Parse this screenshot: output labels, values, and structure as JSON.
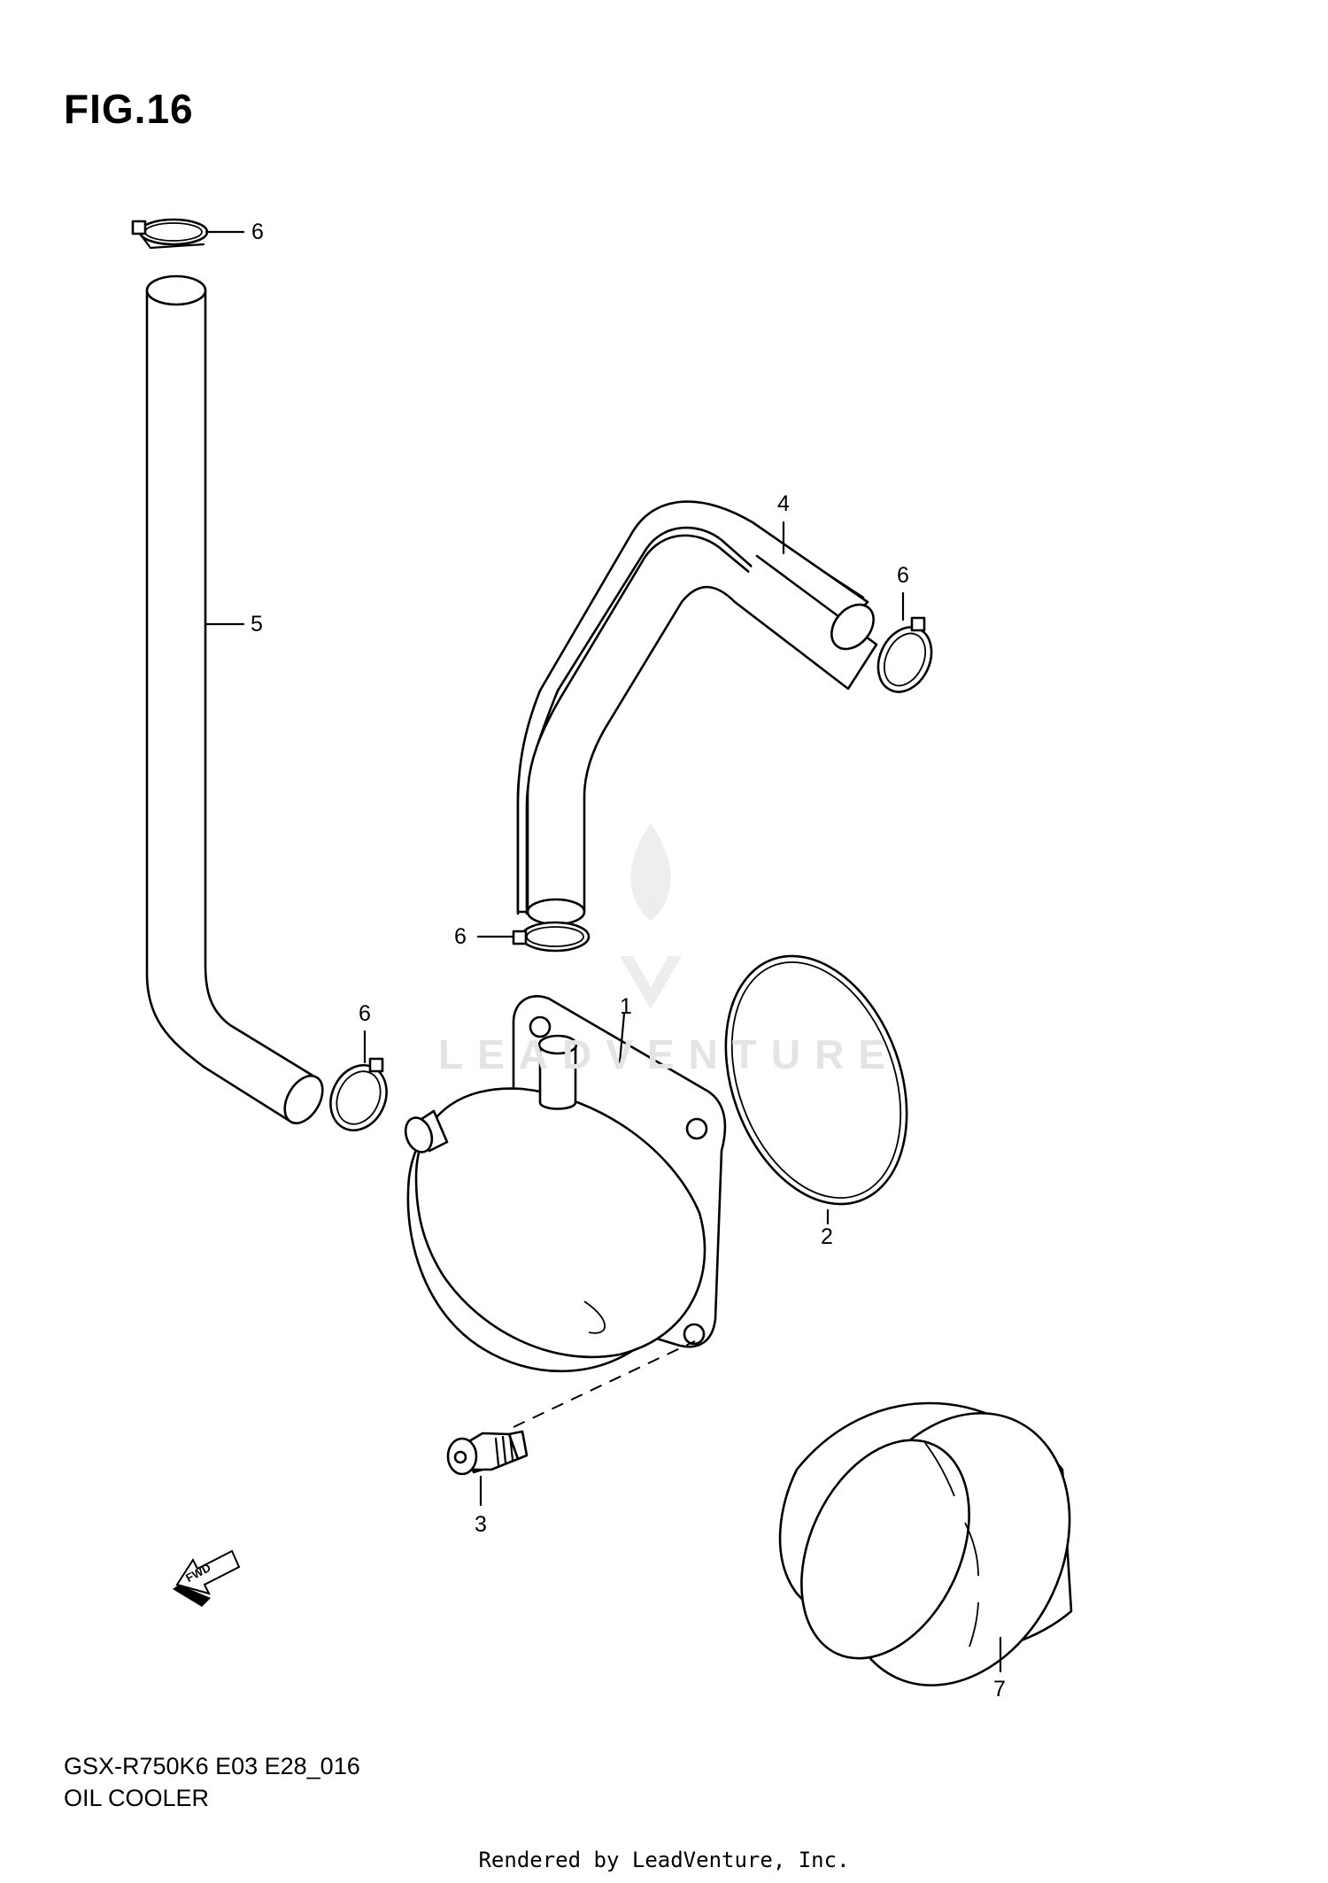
{
  "figure": {
    "title": "FIG.16",
    "model_code": "GSX-R750K6 E03 E28_016",
    "diagram_name": "OIL COOLER",
    "footer": "Rendered by LeadVenture, Inc.",
    "watermark": "LEADVENTURE",
    "fwd_label": "FWD"
  },
  "callouts": [
    {
      "id": "cooler",
      "label": "1"
    },
    {
      "id": "o-ring",
      "label": "2"
    },
    {
      "id": "bolt",
      "label": "3"
    },
    {
      "id": "hose-upper",
      "label": "4"
    },
    {
      "id": "hose-long",
      "label": "5"
    },
    {
      "id": "clamp-top",
      "label": "6"
    },
    {
      "id": "clamp-right",
      "label": "6"
    },
    {
      "id": "clamp-middle",
      "label": "6"
    },
    {
      "id": "clamp-left",
      "label": "6"
    },
    {
      "id": "oil-filter",
      "label": "7"
    }
  ]
}
